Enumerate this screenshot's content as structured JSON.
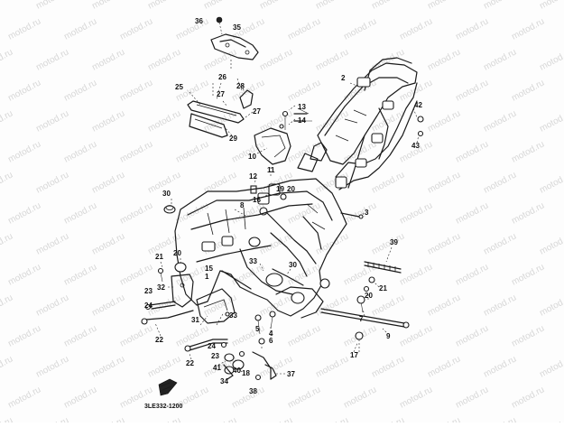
{
  "watermark": "motod.ru",
  "drawing_number": "3LE332-1200",
  "callouts": [
    {
      "id": "c36",
      "text": "36"
    },
    {
      "id": "c35",
      "text": "35"
    },
    {
      "id": "c26",
      "text": "26"
    },
    {
      "id": "c28",
      "text": "28"
    },
    {
      "id": "c27a",
      "text": "27"
    },
    {
      "id": "c27b",
      "text": "27"
    },
    {
      "id": "c25",
      "text": "25"
    },
    {
      "id": "c29",
      "text": "29"
    },
    {
      "id": "c2",
      "text": "2"
    },
    {
      "id": "c13",
      "text": "13"
    },
    {
      "id": "c14",
      "text": "14"
    },
    {
      "id": "c42",
      "text": "42"
    },
    {
      "id": "c43",
      "text": "43"
    },
    {
      "id": "c10",
      "text": "10"
    },
    {
      "id": "c11",
      "text": "11"
    },
    {
      "id": "c12",
      "text": "12"
    },
    {
      "id": "c16",
      "text": "16"
    },
    {
      "id": "c19",
      "text": "19"
    },
    {
      "id": "c20a",
      "text": "20"
    },
    {
      "id": "c30a",
      "text": "30"
    },
    {
      "id": "c8",
      "text": "8"
    },
    {
      "id": "c3",
      "text": "3"
    },
    {
      "id": "c39",
      "text": "39"
    },
    {
      "id": "c21a",
      "text": "21"
    },
    {
      "id": "c20b",
      "text": "20"
    },
    {
      "id": "c33a",
      "text": "33"
    },
    {
      "id": "c30b",
      "text": "30"
    },
    {
      "id": "c15",
      "text": "15"
    },
    {
      "id": "c1",
      "text": "1"
    },
    {
      "id": "c21b",
      "text": "21"
    },
    {
      "id": "c20c",
      "text": "20"
    },
    {
      "id": "c32",
      "text": "32"
    },
    {
      "id": "c23a",
      "text": "23"
    },
    {
      "id": "c24a",
      "text": "24"
    },
    {
      "id": "c31",
      "text": "31"
    },
    {
      "id": "c33b",
      "text": "33"
    },
    {
      "id": "c22a",
      "text": "22"
    },
    {
      "id": "c7",
      "text": "7"
    },
    {
      "id": "c9",
      "text": "9"
    },
    {
      "id": "c5",
      "text": "5"
    },
    {
      "id": "c6",
      "text": "6"
    },
    {
      "id": "c4",
      "text": "4"
    },
    {
      "id": "c17",
      "text": "17"
    },
    {
      "id": "c24b",
      "text": "24"
    },
    {
      "id": "c23b",
      "text": "23"
    },
    {
      "id": "c22b",
      "text": "22"
    },
    {
      "id": "c41",
      "text": "41"
    },
    {
      "id": "c40",
      "text": "40"
    },
    {
      "id": "c18",
      "text": "18"
    },
    {
      "id": "c34",
      "text": "34"
    },
    {
      "id": "c37",
      "text": "37"
    },
    {
      "id": "c38",
      "text": "38"
    }
  ]
}
